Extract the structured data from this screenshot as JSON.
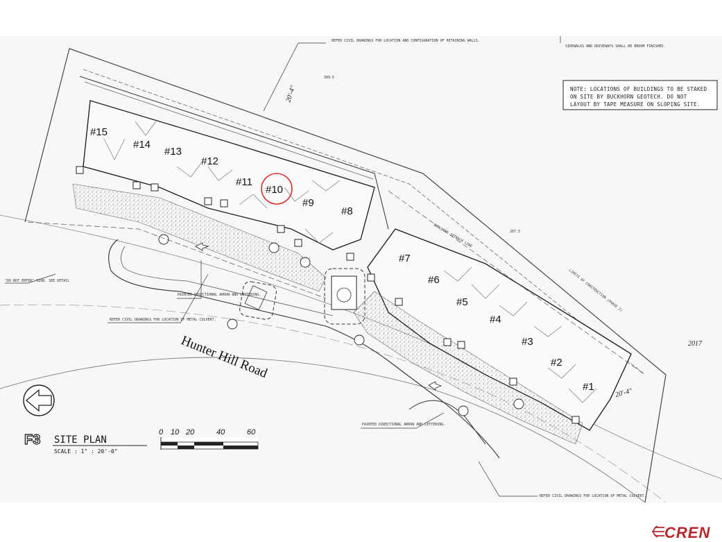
{
  "notes": {
    "top_center": "REFER CIVIL DRAWINGS FOR LOCATION AND CONFIGURATION OF RETAINING WALLS.",
    "top_right": "SIDEWALKS AND DRIVEWAYS SHALL BE BROOM FINISHED.",
    "box_lines": [
      "NOTE: LOCATIONS OF BUILDINGS TO BE STAKED",
      "ON SITE BY BUCKHORN GEOTECH. DO NOT",
      "LAYOUT BY TAPE MEASURE ON SLOPING SITE."
    ],
    "culvert_left": "REFER CIVIL DRAWINGS FOR LOCATION OF METAL CULVERT.",
    "culvert_bottom": "REFER CIVIL DRAWINGS FOR LOCATION OF METAL CULVERT.",
    "painted_arrow_left": "PAINTED DIRECTIONAL ARROW AND LETTERING.",
    "painted_arrow_right": "PAINTED DIRECTIONAL ARROW AND LETTERING.",
    "do_not_enter": "\"DO NOT ENTER\" SIGN. SEE DETAIL",
    "building_setback": "BUILDING SETBACK LINE",
    "limits_construction": "LIMITS OF CONSTRUCTION (PHASE I)"
  },
  "handwritten": {
    "setback_top": "20'-4\"",
    "setback_right": "20'-4\"",
    "elev_top": "309.5",
    "elev_right": "207.5",
    "year": "2017"
  },
  "units": [
    "#1",
    "#2",
    "#3",
    "#4",
    "#5",
    "#6",
    "#7",
    "#8",
    "#9",
    "#10",
    "#11",
    "#12",
    "#13",
    "#14",
    "#15"
  ],
  "highlighted_unit": "#10",
  "highlight_color": "#d9302c",
  "road_name": "Hunter Hill Road",
  "title": {
    "sheet": "F3",
    "name": "SITE PLAN",
    "scale": "SCALE : 1\" : 20'-0\""
  },
  "scale_bar": [
    "0",
    "10",
    "20",
    "40",
    "60"
  ],
  "north_icon": "north-arrow-icon",
  "logo": {
    "text": "CREN",
    "color": "#b8262b"
  }
}
